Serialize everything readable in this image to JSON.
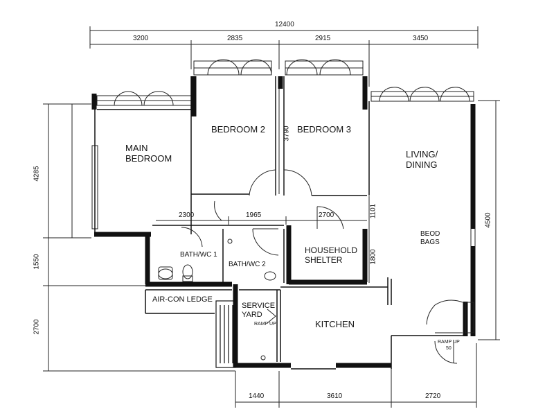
{
  "plan": {
    "rooms": {
      "main_bedroom": [
        "MAIN",
        "BEDROOM"
      ],
      "bedroom_2": "BEDROOM 2",
      "bedroom_3": "BEDROOM 3",
      "living_dining": [
        "LIVING/",
        "DINING"
      ],
      "bath_wc_1": "BATH/WC 1",
      "bath_wc_2": "BATH/WC 2",
      "household_shelter": [
        "HOUSEHOLD",
        "SHELTER"
      ],
      "aircon_ledge": "AIR-CON LEDGE",
      "service_yard": [
        "SERVICE",
        "YARD"
      ],
      "kitchen": "KITCHEN"
    },
    "annotations": {
      "ramp_up_yard": "RAMP UP",
      "ramp_up_entry": "RAMP UP",
      "ramp_up_entry_value": "50",
      "bomb_bags": [
        "BEOD",
        "BAGS"
      ]
    },
    "dimensions": {
      "overall_width": "12400",
      "top": [
        "3200",
        "2835",
        "2915",
        "3450"
      ],
      "bottom": [
        "1440",
        "3610",
        "2720"
      ],
      "left": [
        "4285",
        "1550",
        "2700"
      ],
      "right": "4500",
      "inner_horizontal": [
        "2300",
        "1965",
        "2700"
      ],
      "bedroom_3_wall": "3790",
      "corridor_vertical": [
        "1101",
        "1800"
      ]
    }
  }
}
